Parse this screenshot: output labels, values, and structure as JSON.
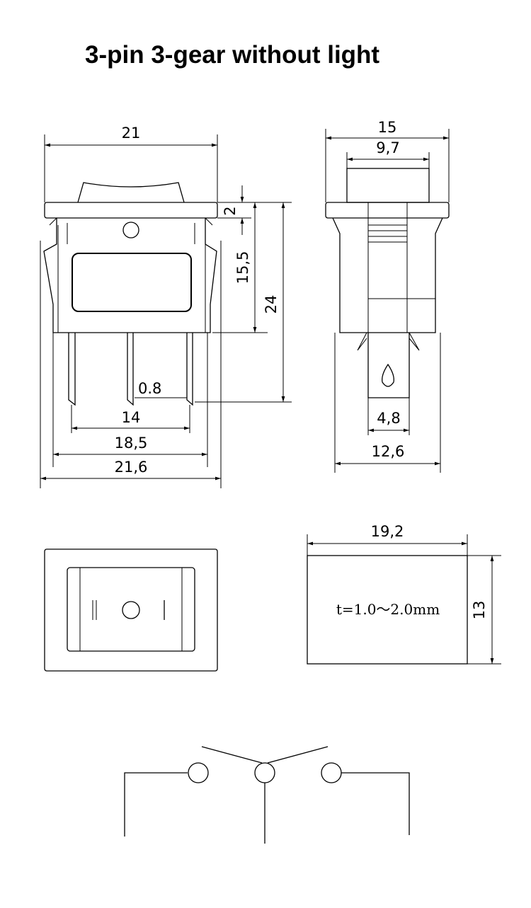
{
  "title": "3-pin 3-gear without light",
  "front_view": {
    "width_top": "21",
    "dim_top_height": "2",
    "dim_body": "15,5",
    "dim_total": "24",
    "pin_thickness": "0.8",
    "pin_pitch": "14",
    "pin_outer": "18,5",
    "width_bottom": "21,6"
  },
  "side_view": {
    "width_top": "15",
    "width_actuator": "9,7",
    "pin_width": "4,8",
    "body_width": "12,6"
  },
  "panel_cutout": {
    "width": "19,2",
    "height": "13",
    "thickness_note": "t=1.0～2.0mm"
  },
  "top_view": {
    "symbols": [
      "II",
      "O",
      "I"
    ]
  }
}
